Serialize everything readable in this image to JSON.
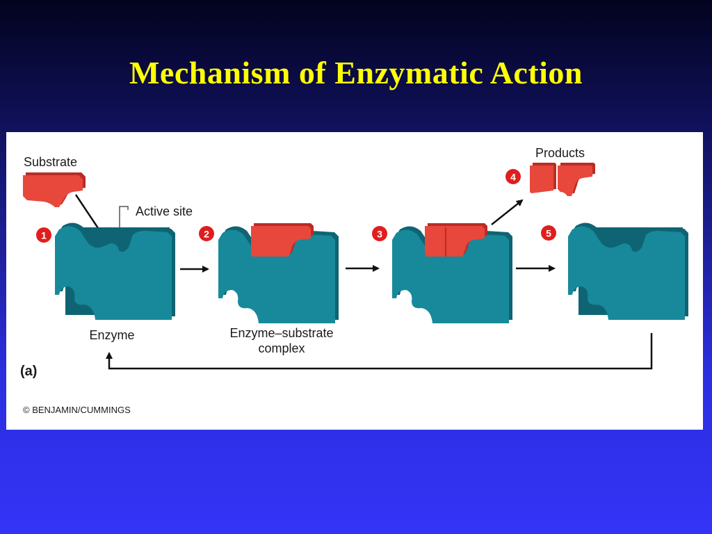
{
  "slide": {
    "title": "Mechanism of Enzymatic Action"
  },
  "figure": {
    "labels": {
      "substrate": "Substrate",
      "active_site": "Active site",
      "products": "Products",
      "enzyme": "Enzyme",
      "complex_line1": "Enzyme–substrate",
      "complex_line2": "complex",
      "panel": "(a)",
      "credit": "© BENJAMIN/CUMMINGS"
    },
    "steps": [
      "1",
      "2",
      "3",
      "4",
      "5"
    ],
    "colors": {
      "enzyme": "#17899b",
      "enzyme_dark": "#0f6473",
      "substrate": "#e8473b",
      "substrate_dark": "#b92d25",
      "step_badge": "#e01e1e"
    }
  }
}
